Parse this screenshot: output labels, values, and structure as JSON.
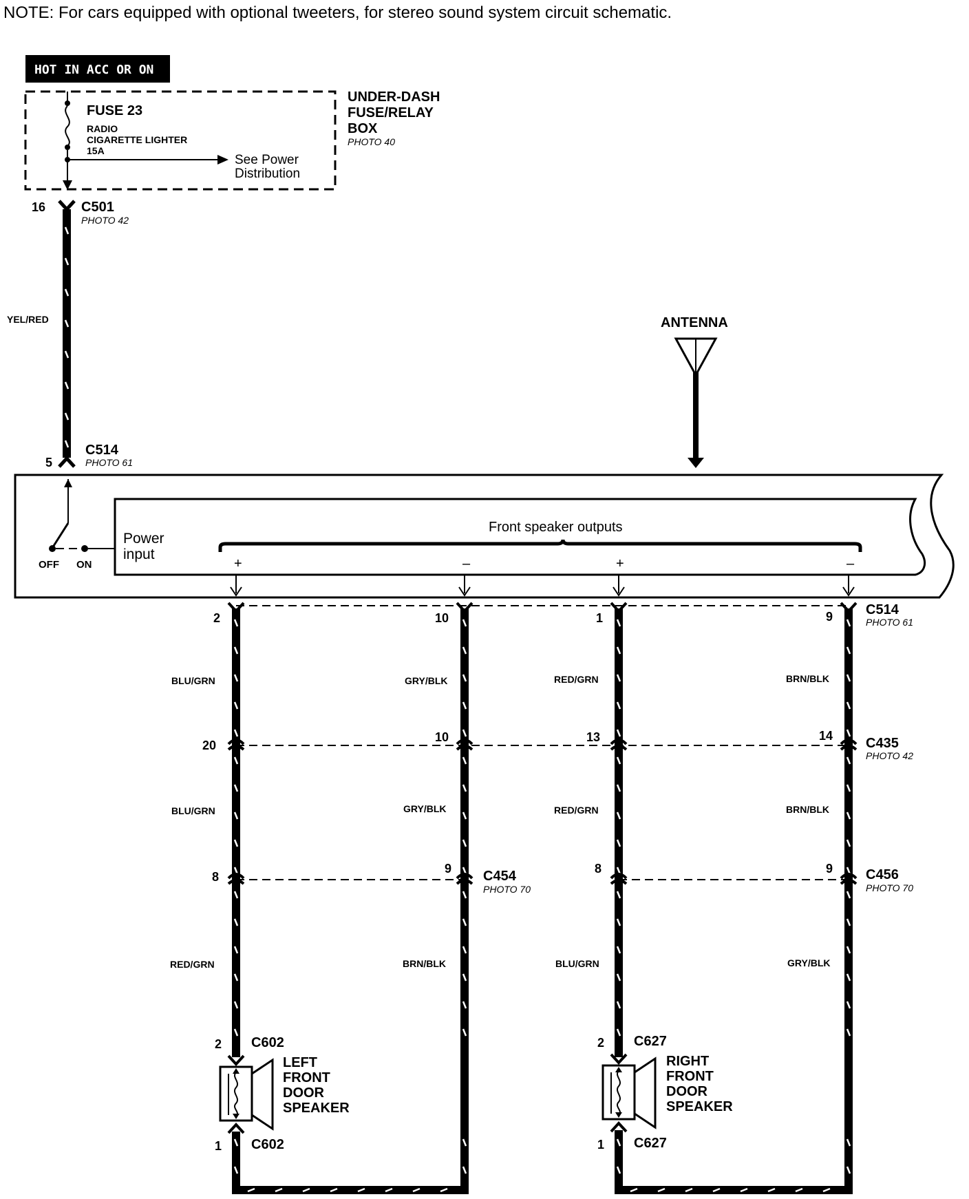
{
  "note": "NOTE: For cars equipped with optional tweeters, for stereo sound system circuit schematic.",
  "hot_label": "HOT IN ACC OR ON",
  "fuse": {
    "name": "FUSE 23",
    "line1": "RADIO",
    "line2": "CIGARETTE LIGHTER",
    "rating": "15A",
    "see_line1": "See Power",
    "see_line2": "Distribution"
  },
  "fuse_box": {
    "line1": "UNDER-DASH",
    "line2": "FUSE/RELAY",
    "line3": "BOX",
    "photo": "PHOTO 40"
  },
  "power_wire": {
    "top_pin": "16",
    "top_connector": "C501",
    "top_photo": "PHOTO 42",
    "color": "YEL/RED",
    "bottom_pin": "5",
    "bottom_connector": "C514",
    "bottom_photo": "PHOTO 61"
  },
  "antenna": "ANTENNA",
  "radio": {
    "power_input_line1": "Power",
    "power_input_line2": "input",
    "off": "OFF",
    "on": "ON",
    "outputs_label": "Front speaker outputs",
    "plus": "+",
    "minus": "–"
  },
  "connectors": {
    "c514": {
      "name": "C514",
      "photo": "PHOTO 61",
      "pins": [
        "2",
        "10",
        "1",
        "9"
      ]
    },
    "c435": {
      "name": "C435",
      "photo": "PHOTO 42",
      "pins": [
        "20",
        "10",
        "13",
        "14"
      ]
    },
    "c454": {
      "name": "C454",
      "photo": "PHOTO 70",
      "pins": [
        "8",
        "9"
      ]
    },
    "c456": {
      "name": "C456",
      "photo": "PHOTO 70",
      "pins": [
        "8",
        "9"
      ]
    }
  },
  "wire_colors": {
    "row1": [
      "BLU/GRN",
      "GRY/BLK",
      "RED/GRN",
      "BRN/BLK"
    ],
    "row2": [
      "BLU/GRN",
      "GRY/BLK",
      "RED/GRN",
      "BRN/BLK"
    ],
    "row3": [
      "RED/GRN",
      "BRN/BLK",
      "BLU/GRN",
      "GRY/BLK"
    ]
  },
  "left_speaker": {
    "top_pin": "2",
    "top_connector": "C602",
    "bottom_pin": "1",
    "bottom_connector": "C602",
    "line1": "LEFT",
    "line2": "FRONT",
    "line3": "DOOR",
    "line4": "SPEAKER"
  },
  "right_speaker": {
    "top_pin": "2",
    "top_connector": "C627",
    "bottom_pin": "1",
    "bottom_connector": "C627",
    "line1": "RIGHT",
    "line2": "FRONT",
    "line3": "DOOR",
    "line4": "SPEAKER"
  }
}
